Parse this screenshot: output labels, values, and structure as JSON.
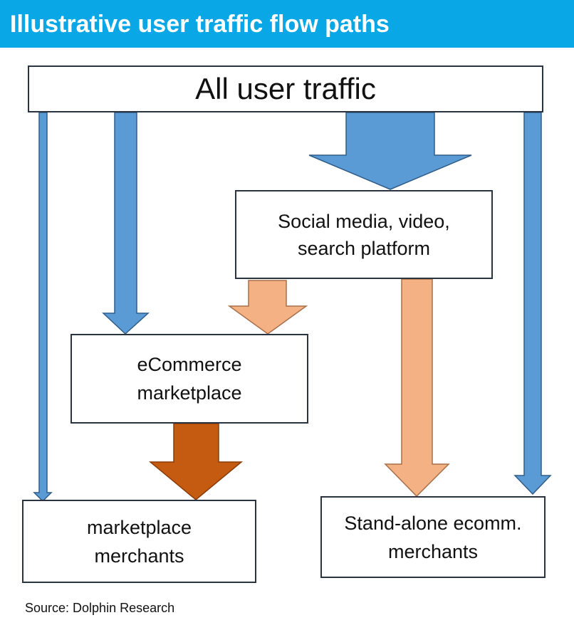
{
  "header": {
    "title": "Illustrative user traffic flow paths"
  },
  "nodes": {
    "all_traffic": "All user traffic",
    "social_lines": [
      "Social media, video,",
      "search platform"
    ],
    "ecommerce_lines": [
      "eCommerce",
      "marketplace"
    ],
    "marketplace_merchants_lines": [
      "marketplace",
      "merchants"
    ],
    "standalone_lines": [
      "Stand-alone ecomm.",
      "merchants"
    ]
  },
  "footer": {
    "source": "Source: Dolphin Research"
  },
  "colors": {
    "header_bg": "#0aa7e6",
    "blue_arrow": "#5b9bd5",
    "peach_arrow": "#f4b183",
    "brown_arrow": "#c55a11",
    "box_border": "#2a3440"
  }
}
